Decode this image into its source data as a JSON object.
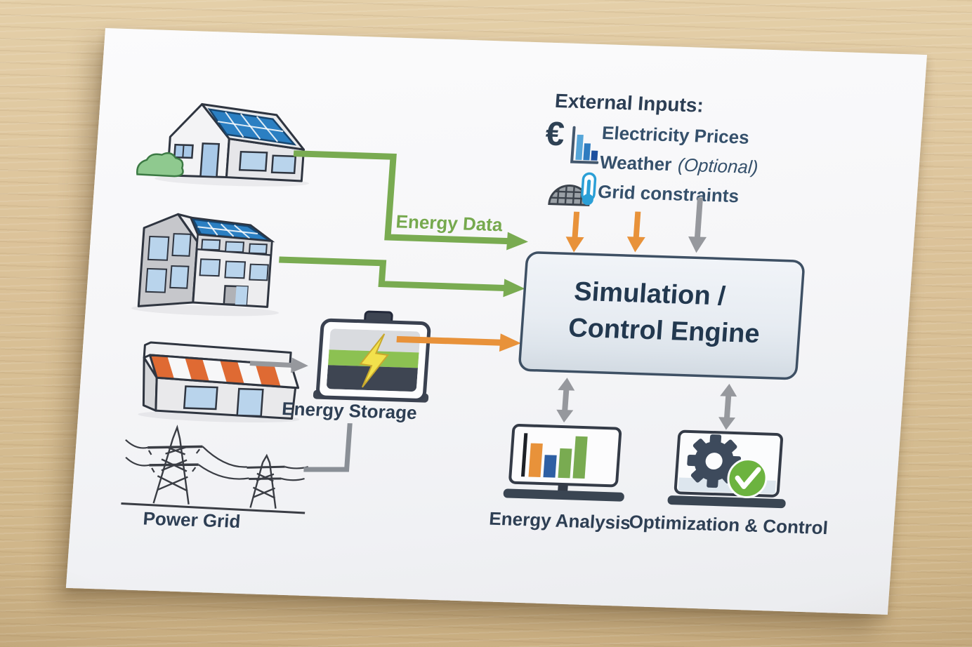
{
  "scene": {
    "setting": "paper diagram photographed on a wooden desk",
    "colors": {
      "wood": "#d8bf95",
      "paper": "#f6f6f8",
      "ink": "#2c3e54",
      "green_arrow": "#79ab51",
      "orange_arrow": "#e8923a",
      "gray_arrow": "#96989d",
      "solar_blue": "#2b7fc2",
      "window_blue": "#b9d4ec",
      "battery_green": "#8cc152",
      "bolt_yellow": "#f2e14c",
      "check_green": "#6cb33f",
      "engine_fill": "#e9eef3",
      "engine_border": "#3e5064"
    }
  },
  "diagram": {
    "sources": [
      {
        "icon": "solar-house-icon"
      },
      {
        "icon": "solar-building-icon"
      },
      {
        "icon": "shop-icon"
      }
    ],
    "power_grid_label": "Power Grid",
    "energy_storage_label": "Energy Storage",
    "energy_data_label": "Energy Data",
    "external_inputs": {
      "heading": "External Inputs:",
      "euro_symbol": "€",
      "items": [
        {
          "icon": "euro-price-chart-icon",
          "label": "Electricity Prices"
        },
        {
          "icon": "euro-price-chart-icon",
          "label": "Weather",
          "note": "(Optional)"
        },
        {
          "icon": "grid-dome-thermometer-icon",
          "label": "Grid constraints"
        }
      ]
    },
    "engine": {
      "line1": "Simulation /",
      "line2": "Control Engine"
    },
    "outputs": {
      "energy_analysis_label": "Energy Analysis",
      "optimization_label": "Optimization & Control"
    }
  }
}
